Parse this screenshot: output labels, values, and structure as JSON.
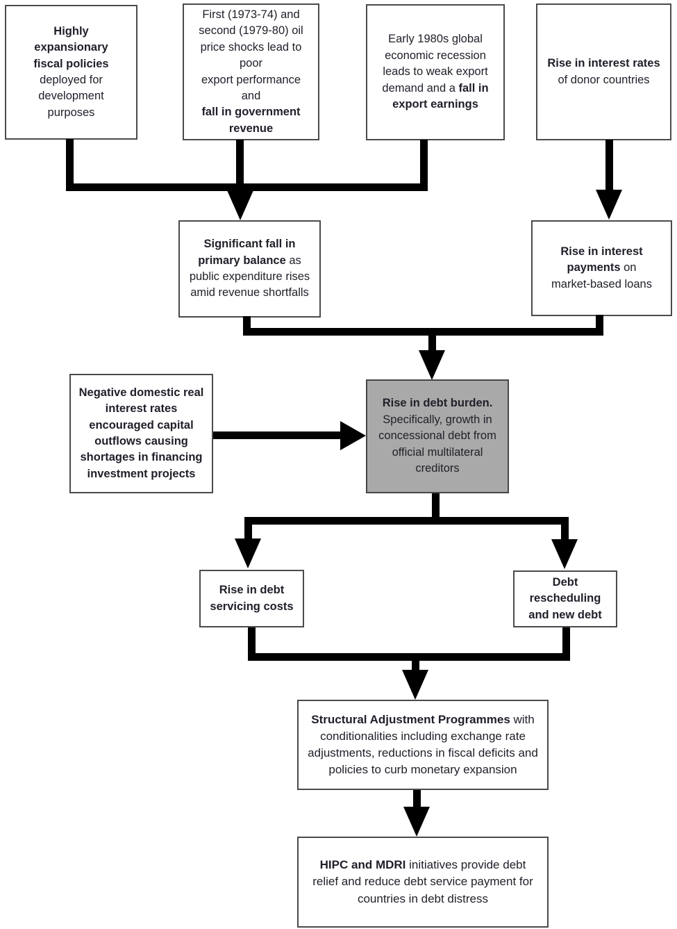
{
  "diagram": {
    "type": "flowchart",
    "colors": {
      "line": "#000000",
      "box_border": "#4a4a4a",
      "highlight_fill": "#a9a9a9",
      "text": "#20202a",
      "background": "#ffffff"
    },
    "boxes": [
      {
        "id": "fiscal-policies",
        "segments": [
          {
            "text": "Highly expansionary fiscal policies",
            "bold": true
          },
          {
            "text": " deployed for development purposes",
            "bold": false
          }
        ]
      },
      {
        "id": "oil-price-shocks",
        "segments": [
          {
            "text": "First (1973-74) and second (1979-80) oil price shocks lead to poor\nexport performance\nand\n",
            "bold": false
          },
          {
            "text": "fall in government revenue",
            "bold": true
          }
        ]
      },
      {
        "id": "global-recession",
        "segments": [
          {
            "text": "Early 1980s global economic recession leads to weak export demand and a ",
            "bold": false
          },
          {
            "text": "fall in export earnings",
            "bold": true
          }
        ]
      },
      {
        "id": "interest-rates-donor",
        "segments": [
          {
            "text": "Rise in interest rates",
            "bold": true
          },
          {
            "text": " of donor countries",
            "bold": false
          }
        ]
      },
      {
        "id": "primary-balance",
        "segments": [
          {
            "text": "Significant fall in primary balance",
            "bold": true
          },
          {
            "text": " as public expenditure rises amid revenue shortfalls",
            "bold": false
          }
        ]
      },
      {
        "id": "interest-payments",
        "segments": [
          {
            "text": "Rise in interest payments",
            "bold": true
          },
          {
            "text": " on market-based loans",
            "bold": false
          }
        ]
      },
      {
        "id": "capital-outflows",
        "segments": [
          {
            "text": "Negative domestic real interest rates encouraged capital outflows causing shortages in financing investment projects",
            "bold": true
          }
        ]
      },
      {
        "id": "debt-burden",
        "segments": [
          {
            "text": "Rise in debt burden.",
            "bold": true
          },
          {
            "text": " Specifically, growth in concessional debt from official multilateral creditors",
            "bold": false
          }
        ]
      },
      {
        "id": "servicing-costs",
        "segments": [
          {
            "text": "Rise in debt servicing costs",
            "bold": true
          }
        ]
      },
      {
        "id": "rescheduling",
        "segments": [
          {
            "text": "Debt rescheduling and new debt",
            "bold": true
          }
        ]
      },
      {
        "id": "structural-adjustment",
        "segments": [
          {
            "text": "Structural Adjustment Programmes",
            "bold": true
          },
          {
            "text": " with conditionalities including exchange rate adjustments, reductions in fiscal deficits and policies to curb monetary expansion",
            "bold": false
          }
        ]
      },
      {
        "id": "hipc-mdri",
        "segments": [
          {
            "text": "HIPC and MDRI",
            "bold": true
          },
          {
            "text": " initiatives provide debt relief and reduce debt service payment for countries in debt distress",
            "bold": false
          }
        ]
      }
    ]
  }
}
